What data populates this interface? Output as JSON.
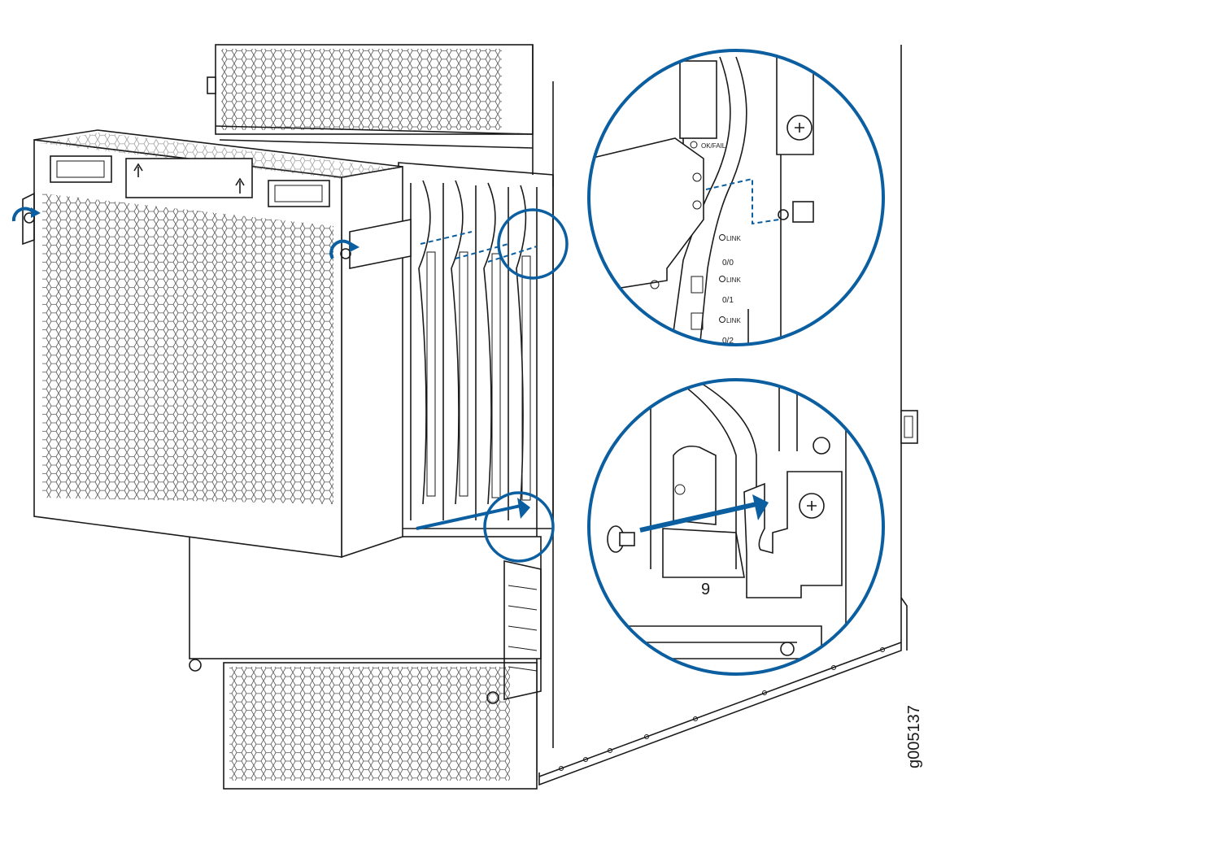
{
  "figure_id": "g005137",
  "detail_top": {
    "led_label": "OK/FAIL",
    "port_labels": [
      "LINK",
      "0/0",
      "LINK",
      "0/1",
      "LINK",
      "0/2"
    ]
  },
  "detail_bottom": {
    "slot_number": "9"
  },
  "colors": {
    "accent": "#0b5fa0",
    "line": "#1a1a1a",
    "background": "#ffffff"
  }
}
